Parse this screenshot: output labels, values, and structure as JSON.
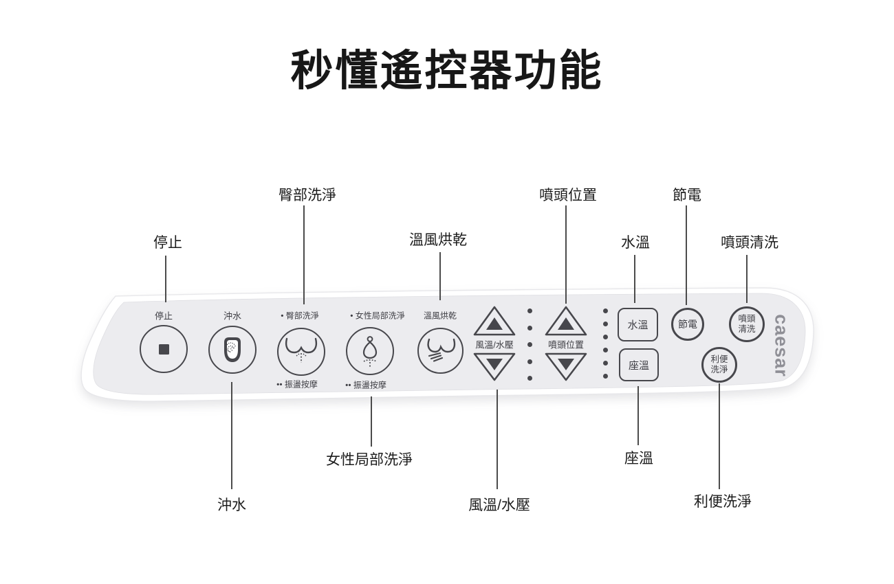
{
  "title": "秒懂遙控器功能",
  "brand": {
    "logo": "caesar"
  },
  "colors": {
    "panel": "#ececef",
    "casing": "#ffffff",
    "button_stroke": "#47474c",
    "callout_line": "#4b4b4b",
    "logo_gray": "#8f8f96",
    "title_black": "#171717"
  },
  "callouts": {
    "rear_wash": "臀部洗淨",
    "nozzle_position": "噴頭位置",
    "power_save": "節電",
    "stop": "停止",
    "warm_air_dry": "溫風烘乾",
    "water_temp": "水溫",
    "nozzle_clean": "噴頭清洗",
    "flush": "沖水",
    "feminine_wash": "女性局部洗淨",
    "air_temp_water_pressure": "風溫/水壓",
    "seat_temp": "座溫",
    "easy_wash": "利便洗淨"
  },
  "remote": {
    "stop": {
      "label": "停止",
      "icon": "stop-square-icon"
    },
    "flush": {
      "label": "沖水",
      "icon": "flush-swirl-icon"
    },
    "rear_wash": {
      "label": "• 臀部洗淨",
      "sub": "•• 振盪按摩",
      "icon": "buttocks-spray-icon"
    },
    "feminine_wash": {
      "label": "• 女性局部洗淨",
      "sub": "•• 振盪按摩",
      "icon": "feminine-spray-icon"
    },
    "warm_air_dry": {
      "label": "溫風烘乾",
      "icon": "buttocks-air-icon"
    },
    "air_temp_water_pressure": {
      "label": "風溫/水壓",
      "up_icon": "triangle-up-icon",
      "down_icon": "triangle-down-icon"
    },
    "nozzle_position": {
      "label": "噴頭位置",
      "up_icon": "triangle-up-icon",
      "down_icon": "triangle-down-icon"
    },
    "water_temp": {
      "label": "水溫"
    },
    "seat_temp": {
      "label": "座溫"
    },
    "power_save": {
      "label": "節電"
    },
    "nozzle_clean": {
      "line1": "噴頭",
      "line2": "清洗"
    },
    "easy_wash": {
      "line1": "利便",
      "line2": "洗淨"
    },
    "separator_dot_counts": [
      5,
      6
    ]
  }
}
